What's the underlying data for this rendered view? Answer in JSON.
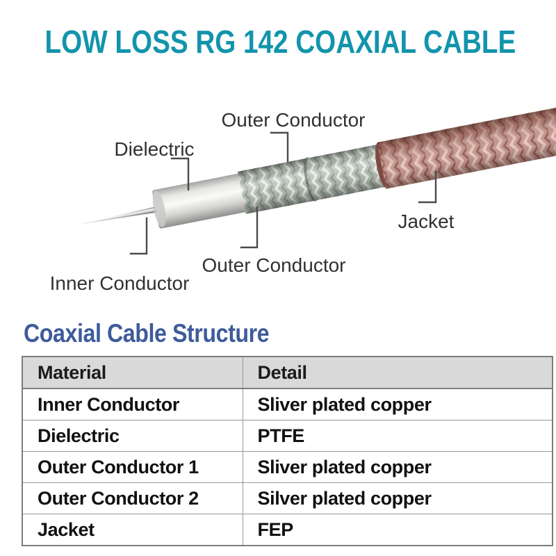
{
  "title": {
    "text": "LOW LOSS RG 142 COAXIAL CABLE",
    "color": "#1294ac"
  },
  "diagram": {
    "labels": [
      {
        "id": "outer-conductor-top",
        "text": "Outer Conductor"
      },
      {
        "id": "dielectric",
        "text": "Dielectric"
      },
      {
        "id": "jacket",
        "text": "Jacket"
      },
      {
        "id": "outer-conductor-bottom",
        "text": "Outer Conductor"
      },
      {
        "id": "inner-conductor",
        "text": "Inner Conductor"
      }
    ],
    "parts": [
      "inner-conductor",
      "dielectric",
      "outer-conductor-1",
      "outer-conductor-2",
      "jacket"
    ],
    "colors": {
      "braid_silver": "#b0bab0",
      "jacket_rosy_brown": "#c59a92",
      "dielectric_white": "#e8e8e6",
      "wire_silver": "#c8c8c8",
      "label_text": "#313131",
      "leader_line": "#4a4a4a"
    }
  },
  "section": {
    "heading": "Coaxial Cable Structure",
    "color": "#3e5b9b"
  },
  "table": {
    "headers": {
      "material": "Material",
      "detail": "Detail"
    },
    "rows": [
      {
        "material": "Inner Conductor",
        "detail": "Sliver plated copper"
      },
      {
        "material": "Dielectric",
        "detail": "PTFE"
      },
      {
        "material": "Outer Conductor 1",
        "detail": "Sliver plated copper"
      },
      {
        "material": "Outer Conductor 2",
        "detail": "Silver plated copper"
      },
      {
        "material": "Jacket",
        "detail": "FEP"
      }
    ],
    "header_bg": "#d9d9d9",
    "border_color": "#7c7c7c"
  }
}
